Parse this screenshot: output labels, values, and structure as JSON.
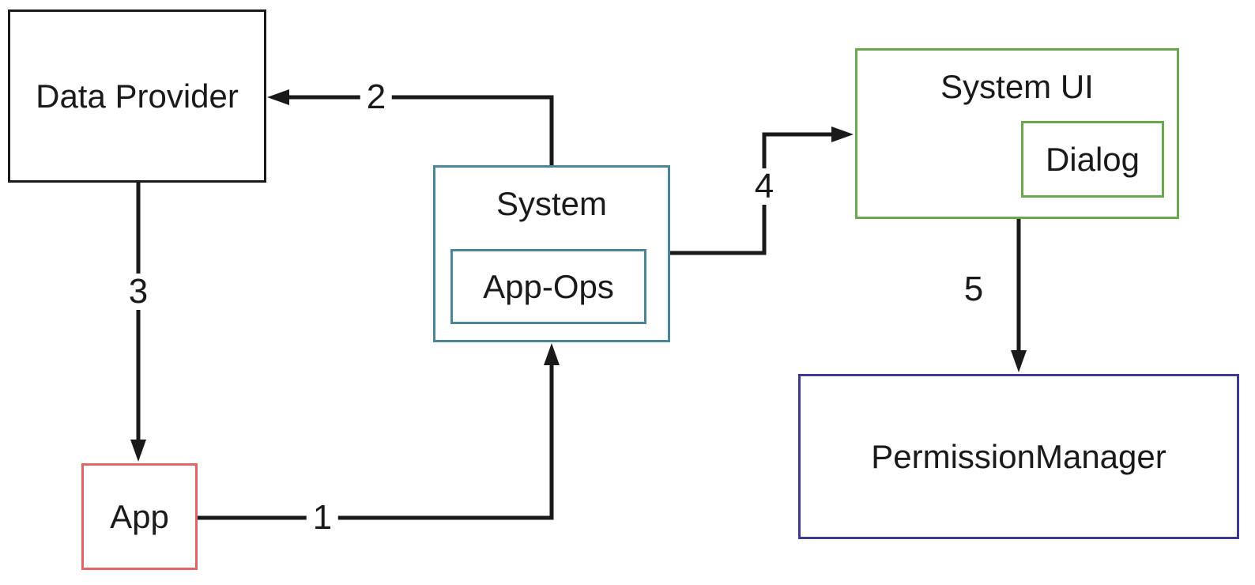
{
  "diagram": {
    "background_color": "#ffffff",
    "line_color": "#1a1a1a",
    "nodes": {
      "data_provider": {
        "label": "Data Provider",
        "border_color": "#1a1a1a"
      },
      "app": {
        "label": "App",
        "border_color": "#e06666"
      },
      "system": {
        "label": "System",
        "border_color": "#4d8598"
      },
      "app_ops": {
        "label": "App-Ops",
        "border_color": "#4d8598"
      },
      "system_ui": {
        "label": "System UI",
        "border_color": "#6aa84f"
      },
      "dialog": {
        "label": "Dialog",
        "border_color": "#6aa84f"
      },
      "permission_manager": {
        "label": "PermissionManager",
        "border_color": "#3e3a8f"
      }
    },
    "edges": [
      {
        "label": "1",
        "from": "App",
        "to": "System"
      },
      {
        "label": "2",
        "from": "System",
        "to": "Data Provider"
      },
      {
        "label": "3",
        "from": "Data Provider",
        "to": "App"
      },
      {
        "label": "4",
        "from": "System",
        "to": "System UI"
      },
      {
        "label": "5",
        "from": "System UI",
        "to": "PermissionManager"
      }
    ]
  }
}
